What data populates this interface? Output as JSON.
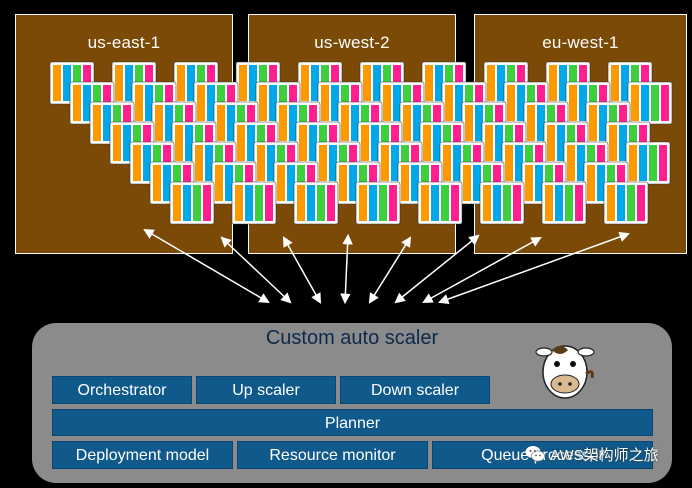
{
  "regions": [
    {
      "label": "us-east-1"
    },
    {
      "label": "us-west-2"
    },
    {
      "label": "eu-west-1"
    }
  ],
  "scaler": {
    "title": "Custom auto scaler",
    "components": {
      "orchestrator": "Orchestrator",
      "up_scaler": "Up scaler",
      "down_scaler": "Down scaler",
      "planner": "Planner",
      "deployment_model": "Deployment model",
      "resource_monitor": "Resource monitor",
      "queue_processor": "Queue processor"
    }
  },
  "watermark": {
    "text": "AWS架构师之旅",
    "icon": "wechat-icon"
  },
  "mascot": {
    "icon": "cow-mascot-icon"
  },
  "colors": {
    "background": "#000000",
    "region_fill": "#7a4a06",
    "scaler_fill": "#8b8b8b",
    "component_fill": "#0f5a8a",
    "stripe_colors": [
      "#ff9900",
      "#00a8e8",
      "#3ecf3e",
      "#ff1f8f"
    ]
  }
}
